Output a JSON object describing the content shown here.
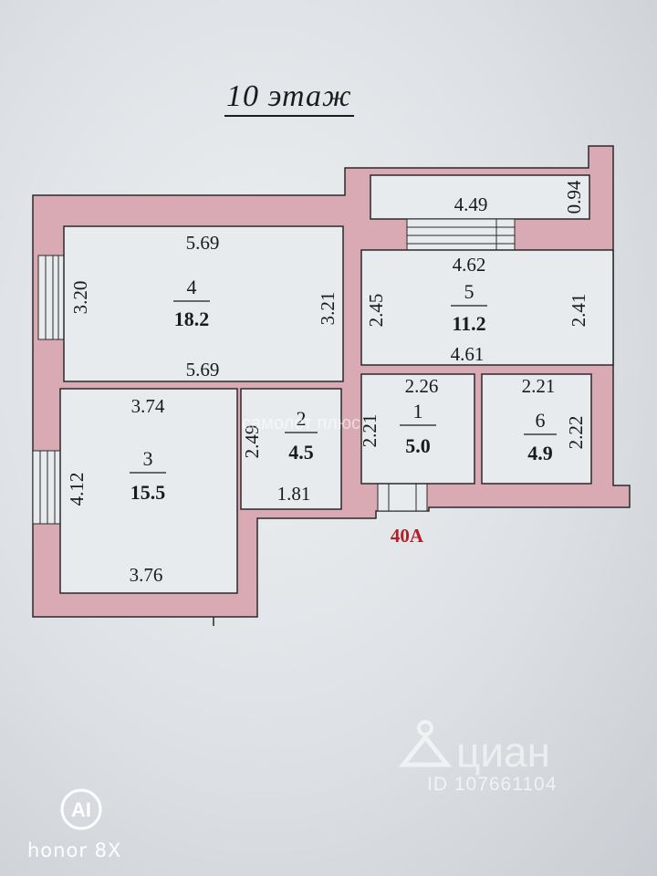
{
  "title": "10 этаж",
  "rooms": [
    {
      "number": "4",
      "area": "18.2",
      "dims": {
        "top": "5.69",
        "bottom": "5.69",
        "left": "3.20",
        "right": "3.21"
      }
    },
    {
      "number": "5",
      "area": "11.2",
      "dims": {
        "top": "4.62",
        "bottom": "4.61",
        "left": "2.45",
        "right": "2.41"
      }
    },
    {
      "number": "3",
      "area": "15.5",
      "dims": {
        "top": "3.74",
        "bottom": "3.76",
        "left": "4.12"
      }
    },
    {
      "number": "2",
      "area": "4.5",
      "dims": {
        "bottom": "1.81",
        "left": "2.49"
      }
    },
    {
      "number": "1",
      "area": "5.0",
      "dims": {
        "top": "2.26",
        "left": "2.21"
      }
    },
    {
      "number": "6",
      "area": "4.9",
      "dims": {
        "top": "2.21",
        "right": "2.22"
      }
    }
  ],
  "balcony": {
    "length": "4.49",
    "depth": "0.94"
  },
  "entrance_label": "40А",
  "watermark": {
    "top": "самолет плюс",
    "logo": "циан",
    "id": "ID 107661104"
  },
  "camera": {
    "brand": "honor 8X",
    "badge": "AI"
  },
  "colors": {
    "wall": "#d9aab3",
    "room": "#e8ebee",
    "entrance": "#b0202a",
    "line": "#2a2a2a"
  }
}
